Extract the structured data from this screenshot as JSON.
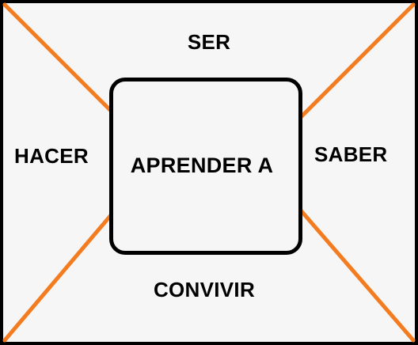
{
  "diagram": {
    "center_label": "APRENDER A",
    "top_label": "SER",
    "left_label": "HACER",
    "right_label": "SABER",
    "bottom_label": "CONVIVIR"
  },
  "colors": {
    "diagonal_lines": "#f47c20",
    "border": "#000000",
    "background": "#f6f6f6",
    "text": "#000000"
  }
}
